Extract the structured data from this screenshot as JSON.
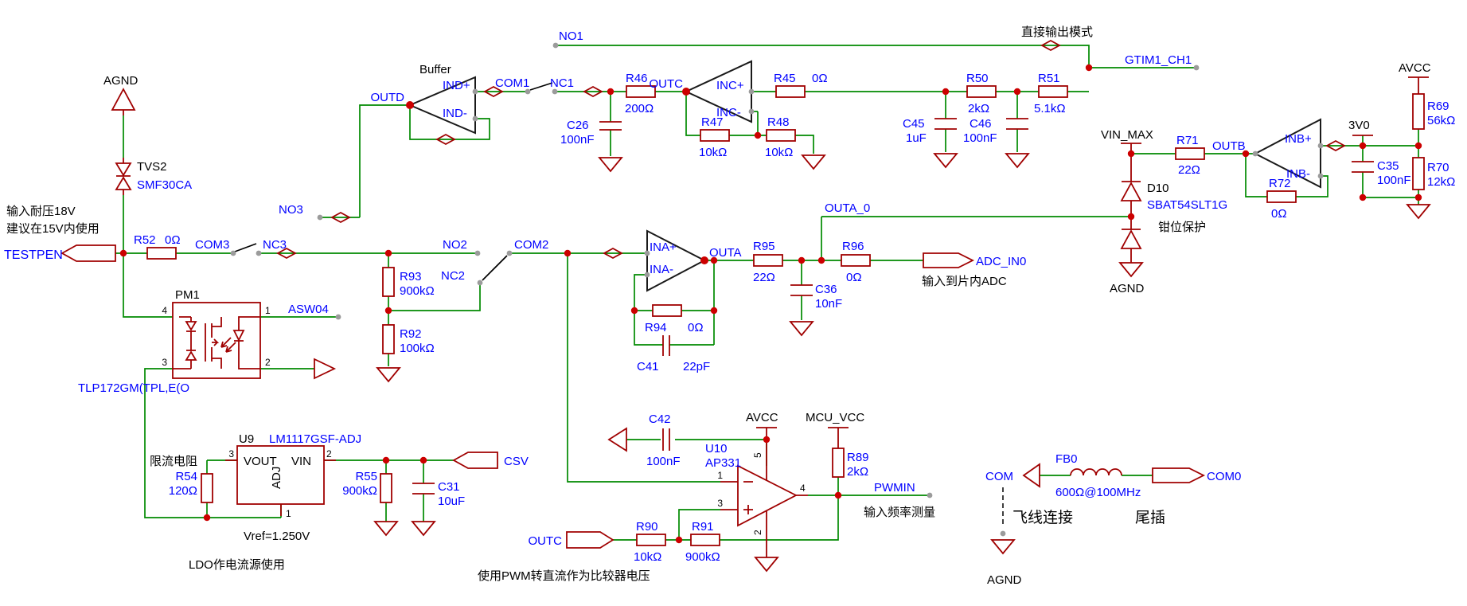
{
  "colors": {
    "wire": "#008A00",
    "part": "#A00000",
    "junction": "#CC0000",
    "net_label": "#0000FF",
    "text": "#000000",
    "pin_dot": "#9b9b9b"
  },
  "nets": {
    "no1": "NO1",
    "no3": "NO3",
    "outd": "OUTD",
    "com1": "COM1",
    "nc1": "NC1",
    "indp": "IND+",
    "indn": "IND-",
    "outc": "OUTC",
    "incp": "INC+",
    "incn": "INC-",
    "gtim": "GTIM1_CH1",
    "testpen": "TESTPEN",
    "com3": "COM3",
    "nc3": "NC3",
    "no2": "NO2",
    "nc2": "NC2",
    "com2": "COM2",
    "inap": "INA+",
    "inan": "INA-",
    "outa": "OUTA",
    "outa0": "OUTA_0",
    "adc": "ADC_IN0",
    "asw04": "ASW04",
    "csv": "CSV",
    "outb": "OUTB",
    "inbp": "INB+",
    "inbn": "INB-",
    "pwmin": "PWMIN",
    "com": "COM",
    "com0": "COM0"
  },
  "power": {
    "agnd": "AGND",
    "avcc": "AVCC",
    "mcu_vcc": "MCU_VCC",
    "v3": "3V0",
    "vin_max": "VIN_MAX"
  },
  "parts": {
    "tvs2": {
      "name": "TVS2",
      "value": "SMF30CA"
    },
    "r52": {
      "name": "R52",
      "value": "0Ω"
    },
    "r46": {
      "name": "R46",
      "value": "200Ω"
    },
    "c26": {
      "name": "C26",
      "value": "100nF"
    },
    "r45": {
      "name": "R45",
      "value": "0Ω"
    },
    "r47": {
      "name": "R47",
      "value": "10kΩ"
    },
    "r48": {
      "name": "R48",
      "value": "10kΩ"
    },
    "r50": {
      "name": "R50",
      "value": "2kΩ"
    },
    "r51": {
      "name": "R51",
      "value": "5.1kΩ"
    },
    "c45": {
      "name": "C45",
      "value": "1uF"
    },
    "c46": {
      "name": "C46",
      "value": "100nF"
    },
    "r71": {
      "name": "R71",
      "value": "22Ω"
    },
    "r72": {
      "name": "R72",
      "value": "0Ω"
    },
    "c35": {
      "name": "C35",
      "value": "100nF"
    },
    "r69": {
      "name": "R69",
      "value": "56kΩ"
    },
    "r70": {
      "name": "R70",
      "value": "12kΩ"
    },
    "d10": {
      "name": "D10",
      "value": "SBAT54SLT1G"
    },
    "r93": {
      "name": "R93",
      "value": "900kΩ"
    },
    "r92": {
      "name": "R92",
      "value": "100kΩ"
    },
    "r94": {
      "name": "R94",
      "value": "0Ω"
    },
    "c41": {
      "name": "C41",
      "value": "22pF"
    },
    "r95": {
      "name": "R95",
      "value": "22Ω"
    },
    "r96": {
      "name": "R96",
      "value": "0Ω"
    },
    "c36": {
      "name": "C36",
      "value": "10nF"
    },
    "c42": {
      "name": "C42",
      "value": "100nF"
    },
    "r89": {
      "name": "R89",
      "value": "2kΩ"
    },
    "r90": {
      "name": "R90",
      "value": "10kΩ"
    },
    "r91": {
      "name": "R91",
      "value": "900kΩ"
    },
    "r54": {
      "name": "R54",
      "value": "120Ω"
    },
    "r55": {
      "name": "R55",
      "value": "900kΩ"
    },
    "c31": {
      "name": "C31",
      "value": "10uF"
    },
    "fb0": {
      "name": "FB0",
      "value": "600Ω@100MHz"
    },
    "pm1": {
      "name": "PM1",
      "value": "TLP172GM(TPL,E(O"
    },
    "u9": {
      "name": "U9",
      "value": "LM1117GSF-ADJ"
    },
    "u10": {
      "name": "U10",
      "value": "AP331"
    }
  },
  "ic_pins": {
    "u9": {
      "vout": "VOUT",
      "vin": "VIN",
      "adj": "ADJ",
      "p3": "3",
      "p2": "2",
      "p1": "1"
    },
    "u10": {
      "p1": "1",
      "p2": "2",
      "p3": "3",
      "p4": "4",
      "p5": "5"
    },
    "pm1": {
      "p1": "1",
      "p2": "2",
      "p3": "3",
      "p4": "4"
    }
  },
  "comments": {
    "buffer": "Buffer",
    "direct_out": "直接输出模式",
    "withstand1": "输入耐压18V",
    "withstand2": "建议在15V内使用",
    "clamp": "钳位保护",
    "to_adc": "输入到片内ADC",
    "limit_res": "限流电阻",
    "vref": "Vref=1.250V",
    "ldo_use": "LDO作电流源使用",
    "pwm_use": "使用PWM转直流作为比较器电压",
    "freq_meas": "输入频率测量",
    "fly_wire": "飞线连接",
    "tail_plug": "尾插"
  }
}
